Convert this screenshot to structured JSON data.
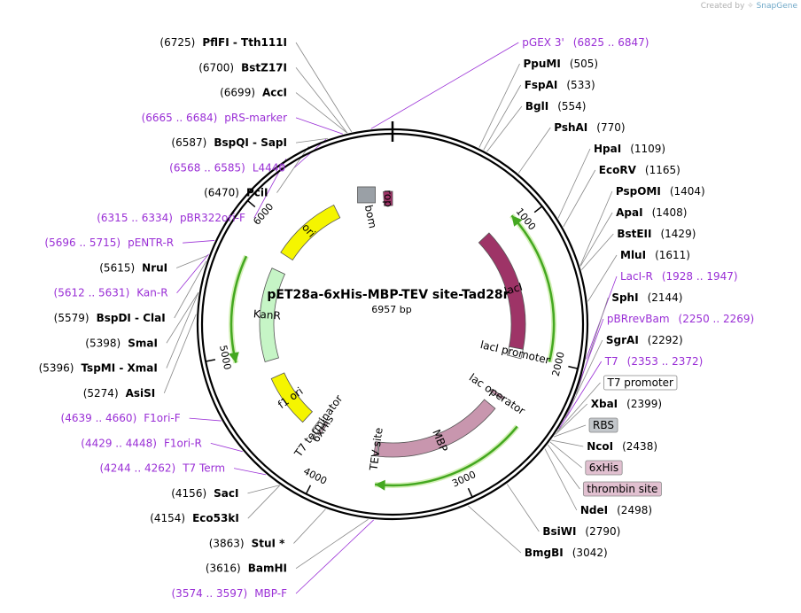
{
  "credit": {
    "prefix": "Created by",
    "brand": "SnapGene"
  },
  "plasmid": {
    "name": "pET28a-6xHis-MBP-TEV site-Tad28r",
    "size": "6957 bp",
    "length": 6957
  },
  "ticks": [
    {
      "pos": 1000,
      "label": "1000"
    },
    {
      "pos": 2000,
      "label": "2000"
    },
    {
      "pos": 3000,
      "label": "3000"
    },
    {
      "pos": 4000,
      "label": "4000"
    },
    {
      "pos": 5000,
      "label": "5000"
    },
    {
      "pos": 6000,
      "label": "6000"
    }
  ],
  "right_labels": [
    {
      "name": "pGEX 3'",
      "pos": "(6825 .. 6847)",
      "kind": "primer",
      "site": 6836
    },
    {
      "name": "PpuMI",
      "pos": "(505)",
      "kind": "enzyme",
      "site": 505
    },
    {
      "name": "FspAI",
      "pos": "(533)",
      "kind": "enzyme",
      "site": 533
    },
    {
      "name": "BglI",
      "pos": "(554)",
      "kind": "enzyme",
      "site": 554
    },
    {
      "name": "PshAI",
      "pos": "(770)",
      "kind": "enzyme",
      "site": 770
    },
    {
      "name": "HpaI",
      "pos": "(1109)",
      "kind": "enzyme",
      "site": 1109
    },
    {
      "name": "EcoRV",
      "pos": "(1165)",
      "kind": "enzyme",
      "site": 1165
    },
    {
      "name": "PspOMI",
      "pos": "(1404)",
      "kind": "enzyme",
      "site": 1404
    },
    {
      "name": "ApaI",
      "pos": "(1408)",
      "kind": "enzyme",
      "site": 1408
    },
    {
      "name": "BstEII",
      "pos": "(1429)",
      "kind": "enzyme",
      "site": 1429
    },
    {
      "name": "MluI",
      "pos": "(1611)",
      "kind": "enzyme",
      "site": 1611
    },
    {
      "name": "LacI-R",
      "pos": "(1928 .. 1947)",
      "kind": "primer",
      "site": 1937
    },
    {
      "name": "SphI",
      "pos": "(2144)",
      "kind": "enzyme",
      "site": 2144
    },
    {
      "name": "pBRrevBam",
      "pos": "(2250 .. 2269)",
      "kind": "primer",
      "site": 2259
    },
    {
      "name": "SgrAI",
      "pos": "(2292)",
      "kind": "enzyme",
      "site": 2292
    },
    {
      "name": "T7",
      "pos": "(2353 .. 2372)",
      "kind": "primer",
      "site": 2362
    },
    {
      "name": "T7 promoter",
      "pos": "",
      "kind": "featbox",
      "site": 2380,
      "bg": "#ffffff"
    },
    {
      "name": "XbaI",
      "pos": "(2399)",
      "kind": "enzyme",
      "site": 2399
    },
    {
      "name": "RBS",
      "pos": "",
      "kind": "featbox",
      "site": 2414,
      "bg": "#c3c7cb"
    },
    {
      "name": "NcoI",
      "pos": "(2438)",
      "kind": "enzyme",
      "site": 2438
    },
    {
      "name": "6xHis",
      "pos": "",
      "kind": "featbox",
      "site": 2450,
      "bg": "#e1c0d0"
    },
    {
      "name": "thrombin site",
      "pos": "",
      "kind": "featbox",
      "site": 2470,
      "bg": "#e1c0d0"
    },
    {
      "name": "NdeI",
      "pos": "(2498)",
      "kind": "enzyme",
      "site": 2498
    },
    {
      "name": "BsiWI",
      "pos": "(2790)",
      "kind": "enzyme",
      "site": 2790
    },
    {
      "name": "BmgBI",
      "pos": "(3042)",
      "kind": "enzyme",
      "site": 3042
    }
  ],
  "left_labels": [
    {
      "name": "PflFI - Tth111I",
      "pos": "(6725)",
      "kind": "enzyme",
      "site": 6725
    },
    {
      "name": "BstZ17I",
      "pos": "(6700)",
      "kind": "enzyme",
      "site": 6700
    },
    {
      "name": "AccI",
      "pos": "(6699)",
      "kind": "enzyme",
      "site": 6699
    },
    {
      "name": "pRS-marker",
      "pos": "(6665 .. 6684)",
      "kind": "primer",
      "site": 6674
    },
    {
      "name": "BspQI - SapI",
      "pos": "(6587)",
      "kind": "enzyme",
      "site": 6587
    },
    {
      "name": "L4440",
      "pos": "(6568 .. 6585)",
      "kind": "primer",
      "site": 6576
    },
    {
      "name": "PciI",
      "pos": "(6470)",
      "kind": "enzyme",
      "site": 6470
    },
    {
      "name": "pBR322ori-F",
      "pos": "(6315 .. 6334)",
      "kind": "primer",
      "site": 6324
    },
    {
      "name": "pENTR-R",
      "pos": "(5696 .. 5715)",
      "kind": "primer",
      "site": 5705
    },
    {
      "name": "NruI",
      "pos": "(5615)",
      "kind": "enzyme",
      "site": 5615
    },
    {
      "name": "Kan-R",
      "pos": "(5612 .. 5631)",
      "kind": "primer",
      "site": 5621
    },
    {
      "name": "BspDI - ClaI",
      "pos": "(5579)",
      "kind": "enzyme",
      "site": 5579
    },
    {
      "name": "SmaI",
      "pos": "(5398)",
      "kind": "enzyme",
      "site": 5398
    },
    {
      "name": "TspMI - XmaI",
      "pos": "(5396)",
      "kind": "enzyme",
      "site": 5396
    },
    {
      "name": "AsiSI",
      "pos": "(5274)",
      "kind": "enzyme",
      "site": 5274
    },
    {
      "name": "F1ori-F",
      "pos": "(4639 .. 4660)",
      "kind": "primer",
      "site": 4649
    },
    {
      "name": "F1ori-R",
      "pos": "(4429 .. 4448)",
      "kind": "primer",
      "site": 4438
    },
    {
      "name": "T7 Term",
      "pos": "(4244 .. 4262)",
      "kind": "primer",
      "site": 4253
    },
    {
      "name": "SacI",
      "pos": "(4156)",
      "kind": "enzyme",
      "site": 4156
    },
    {
      "name": "Eco53kI",
      "pos": "(4154)",
      "kind": "enzyme",
      "site": 4154
    },
    {
      "name": "StuI *",
      "pos": "(3863)",
      "kind": "enzyme",
      "site": 3863
    },
    {
      "name": "BamHI",
      "pos": "(3616)",
      "kind": "enzyme",
      "site": 3616
    },
    {
      "name": "MBP-F",
      "pos": "(3574 .. 3597)",
      "kind": "primer",
      "site": 3585
    }
  ],
  "features": [
    {
      "name": "lacI",
      "start": 900,
      "end": 1950,
      "ring": "inner",
      "color": "#9e3467",
      "dir": "ccw"
    },
    {
      "name": "lacI promoter",
      "start": 1950,
      "end": 2030,
      "ring": "inner",
      "color": "#ffffff",
      "dir": "ccw"
    },
    {
      "name": "lac operator",
      "start": 2380,
      "end": 2405,
      "ring": "inner",
      "color": "#cc99b2",
      "dir": "cw"
    },
    {
      "name": "MBP",
      "start": 2500,
      "end": 3600,
      "ring": "inner",
      "color": "#c896ae",
      "dir": "cw"
    },
    {
      "name": "TEV site",
      "start": 3610,
      "end": 3635,
      "ring": "inner",
      "color": "#c896ae",
      "dir": "cw"
    },
    {
      "name": "6xHis",
      "start": 4120,
      "end": 4140,
      "ring": "inner",
      "color": "#e1c0d0",
      "dir": "ccw"
    },
    {
      "name": "T7 terminator",
      "start": 4150,
      "end": 4200,
      "ring": "inner",
      "color": "#ffffff",
      "dir": "ccw"
    },
    {
      "name": "f1 ori",
      "start": 4300,
      "end": 4750,
      "ring": "inner",
      "color": "#f5f500",
      "dir": "ccw"
    },
    {
      "name": "KanR",
      "start": 4900,
      "end": 5700,
      "ring": "inner",
      "color": "#c6f5c6",
      "dir": "ccw"
    },
    {
      "name": "ori",
      "start": 5850,
      "end": 6450,
      "ring": "inner",
      "color": "#f5f500",
      "dir": "ccw"
    },
    {
      "name": "bom",
      "start": 6690,
      "end": 6780,
      "ring": "inner",
      "color": "#9aa0a6",
      "dir": "none"
    },
    {
      "name": "rop",
      "start": 6880,
      "end": 6957,
      "ring": "inner",
      "color": "#9e3467",
      "dir": "ccw"
    }
  ],
  "orfs": [
    {
      "start": 920,
      "end": 2000,
      "color": "#44a820",
      "dir": "ccw"
    },
    {
      "start": 2500,
      "end": 3600,
      "color": "#44a820",
      "dir": "cw"
    },
    {
      "start": 4950,
      "end": 5700,
      "color": "#44a820",
      "dir": "ccw"
    }
  ],
  "colors": {
    "enzyme": "#000000",
    "primer": "#9a2fd6",
    "backbone": "#000000"
  }
}
